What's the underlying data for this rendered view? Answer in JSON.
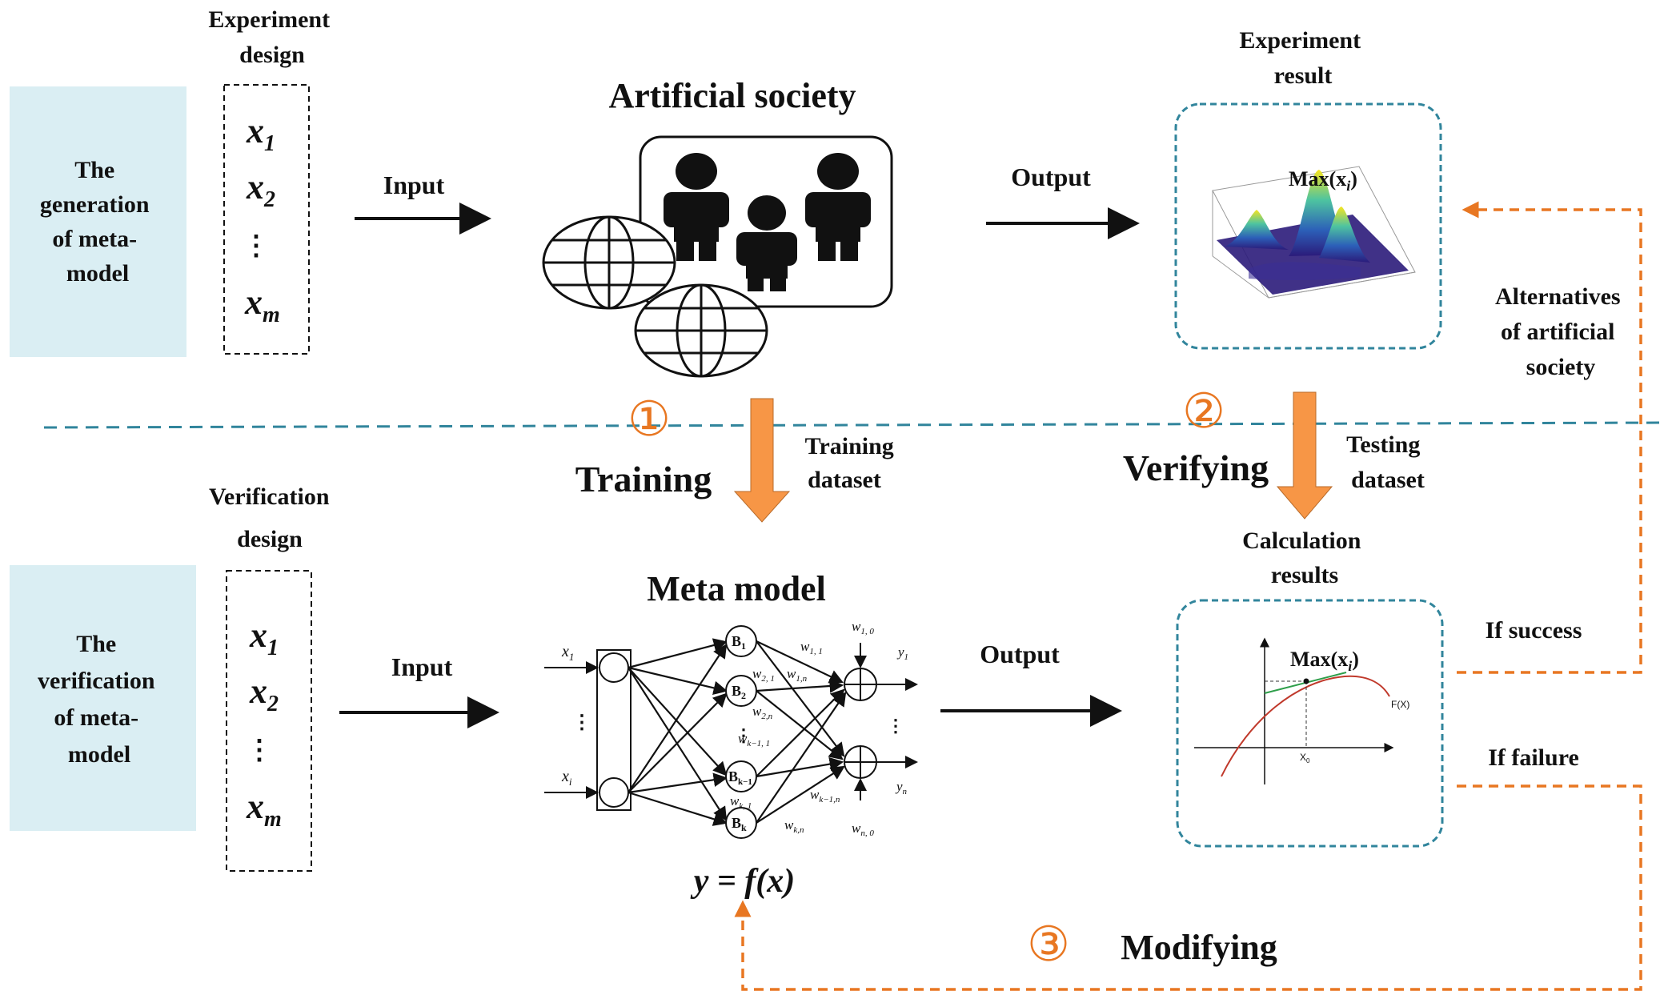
{
  "top_section": {
    "side_label": [
      "The",
      "generation",
      "of meta-",
      "model"
    ],
    "design_title": [
      "Experiment",
      "design"
    ],
    "vars": {
      "x1": "x",
      "x1_sub": "1",
      "x2": "x",
      "x2_sub": "2",
      "dots": "⋮",
      "xm": "x",
      "xm_sub": "m"
    },
    "input_label": "Input",
    "society_title": "Artificial society",
    "output_label": "Output",
    "result_title": [
      "Experiment",
      "result"
    ],
    "result_max": "Max(x",
    "result_max_sub": "i",
    "result_max_close": ")"
  },
  "middle": {
    "circle1": "①",
    "training": "Training",
    "training_dataset": [
      "Training",
      "dataset"
    ],
    "circle2": "②",
    "verifying": "Verifying",
    "testing_dataset": [
      "Testing",
      "dataset"
    ],
    "alternatives": [
      "Alternatives",
      "of artificial",
      "society"
    ]
  },
  "bottom_section": {
    "side_label": [
      "The",
      "verification",
      "of meta-",
      "model"
    ],
    "design_title": [
      "Verification",
      "design"
    ],
    "input_label": "Input",
    "meta_title": "Meta model",
    "output_label": "Output",
    "calc_title": [
      "Calculation",
      "results"
    ],
    "calc_max": "Max(x",
    "calc_max_sub": "i",
    "calc_max_close": ")",
    "fx_label": "F(X)",
    "x0_label": "X",
    "x0_sub": "0",
    "formula": "y = f(x)",
    "if_success": "If success",
    "if_failure": "If failure",
    "circle3": "③",
    "modifying": "Modifying"
  },
  "network": {
    "in_top": "x",
    "in_top_sub": "1",
    "in_bot": "x",
    "in_bot_sub": "i",
    "b1": "B",
    "b1_sub": "1",
    "b2": "B",
    "b2_sub": "2",
    "bk1": "B",
    "bk1_sub": "k−1",
    "bk": "B",
    "bk_sub": "k",
    "w10": "w",
    "w10_sub": "1, 0",
    "w11": "w",
    "w11_sub": "1, 1",
    "w21": "w",
    "w21_sub": "2, 1",
    "w1n": "w",
    "w1n_sub": "1,n",
    "w2n": "w",
    "w2n_sub": "2,n",
    "wk11": "w",
    "wk11_sub": "k−1, 1",
    "wk1": "w",
    "wk1_sub": "k, 1",
    "wk1n": "w",
    "wk1n_sub": "k−1,n",
    "wkn": "w",
    "wkn_sub": "k,n",
    "wn0": "w",
    "wn0_sub": "n, 0",
    "y1": "y",
    "y1_sub": "1",
    "yn": "y",
    "yn_sub": "n"
  },
  "colors": {
    "panel": "#daeef3",
    "teal": "#31859c",
    "orange": "#e87722",
    "arrow_fill": "#f79646"
  }
}
